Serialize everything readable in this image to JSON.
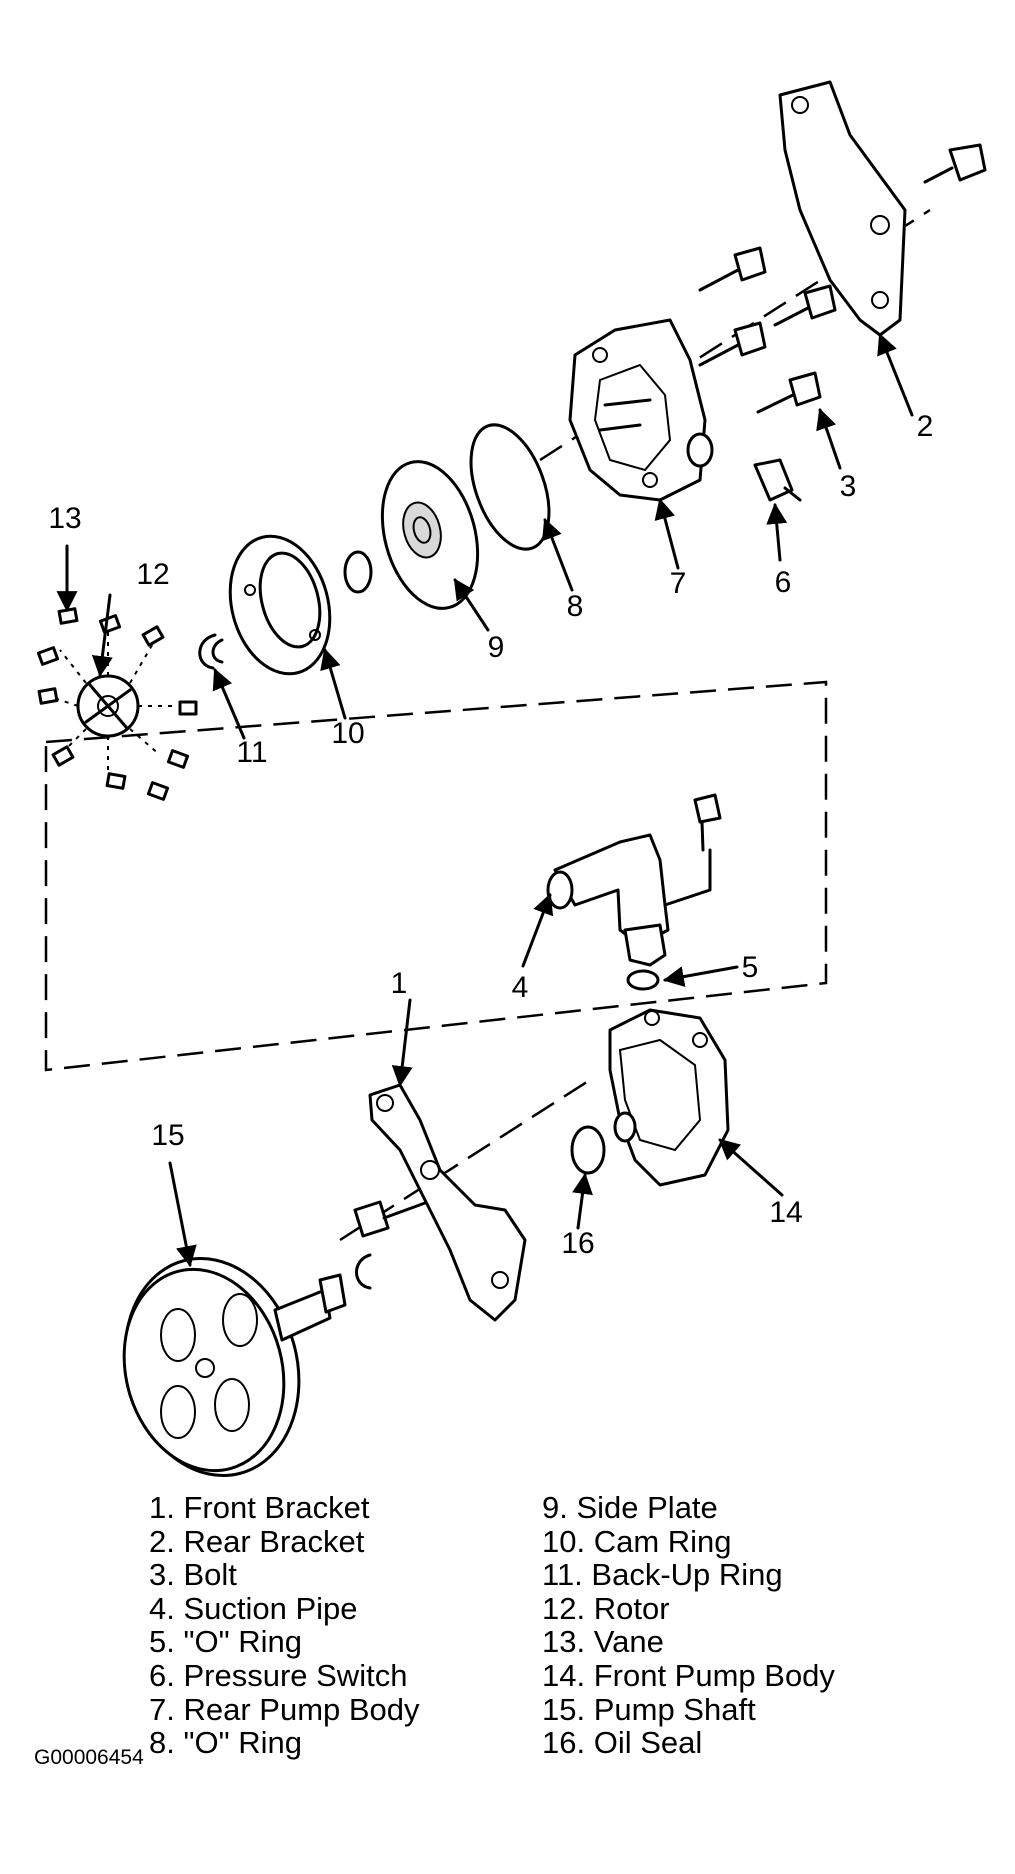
{
  "callouts": [
    "1",
    "2",
    "3",
    "4",
    "5",
    "6",
    "7",
    "8",
    "9",
    "10",
    "11",
    "12",
    "13",
    "14",
    "15",
    "16"
  ],
  "legend": [
    "1. Front Bracket",
    "2. Rear Bracket",
    "3. Bolt",
    "4. Suction Pipe",
    "5. \"O\" Ring",
    "6. Pressure Switch",
    "7. Rear Pump Body",
    "8. \"O\" Ring",
    "9. Side Plate",
    "10. Cam Ring",
    "11. Back-Up Ring",
    "12. Rotor",
    "13. Vane",
    "14. Front Pump Body",
    "15. Pump Shaft",
    "16. Oil Seal"
  ],
  "figure_code": "G00006454"
}
